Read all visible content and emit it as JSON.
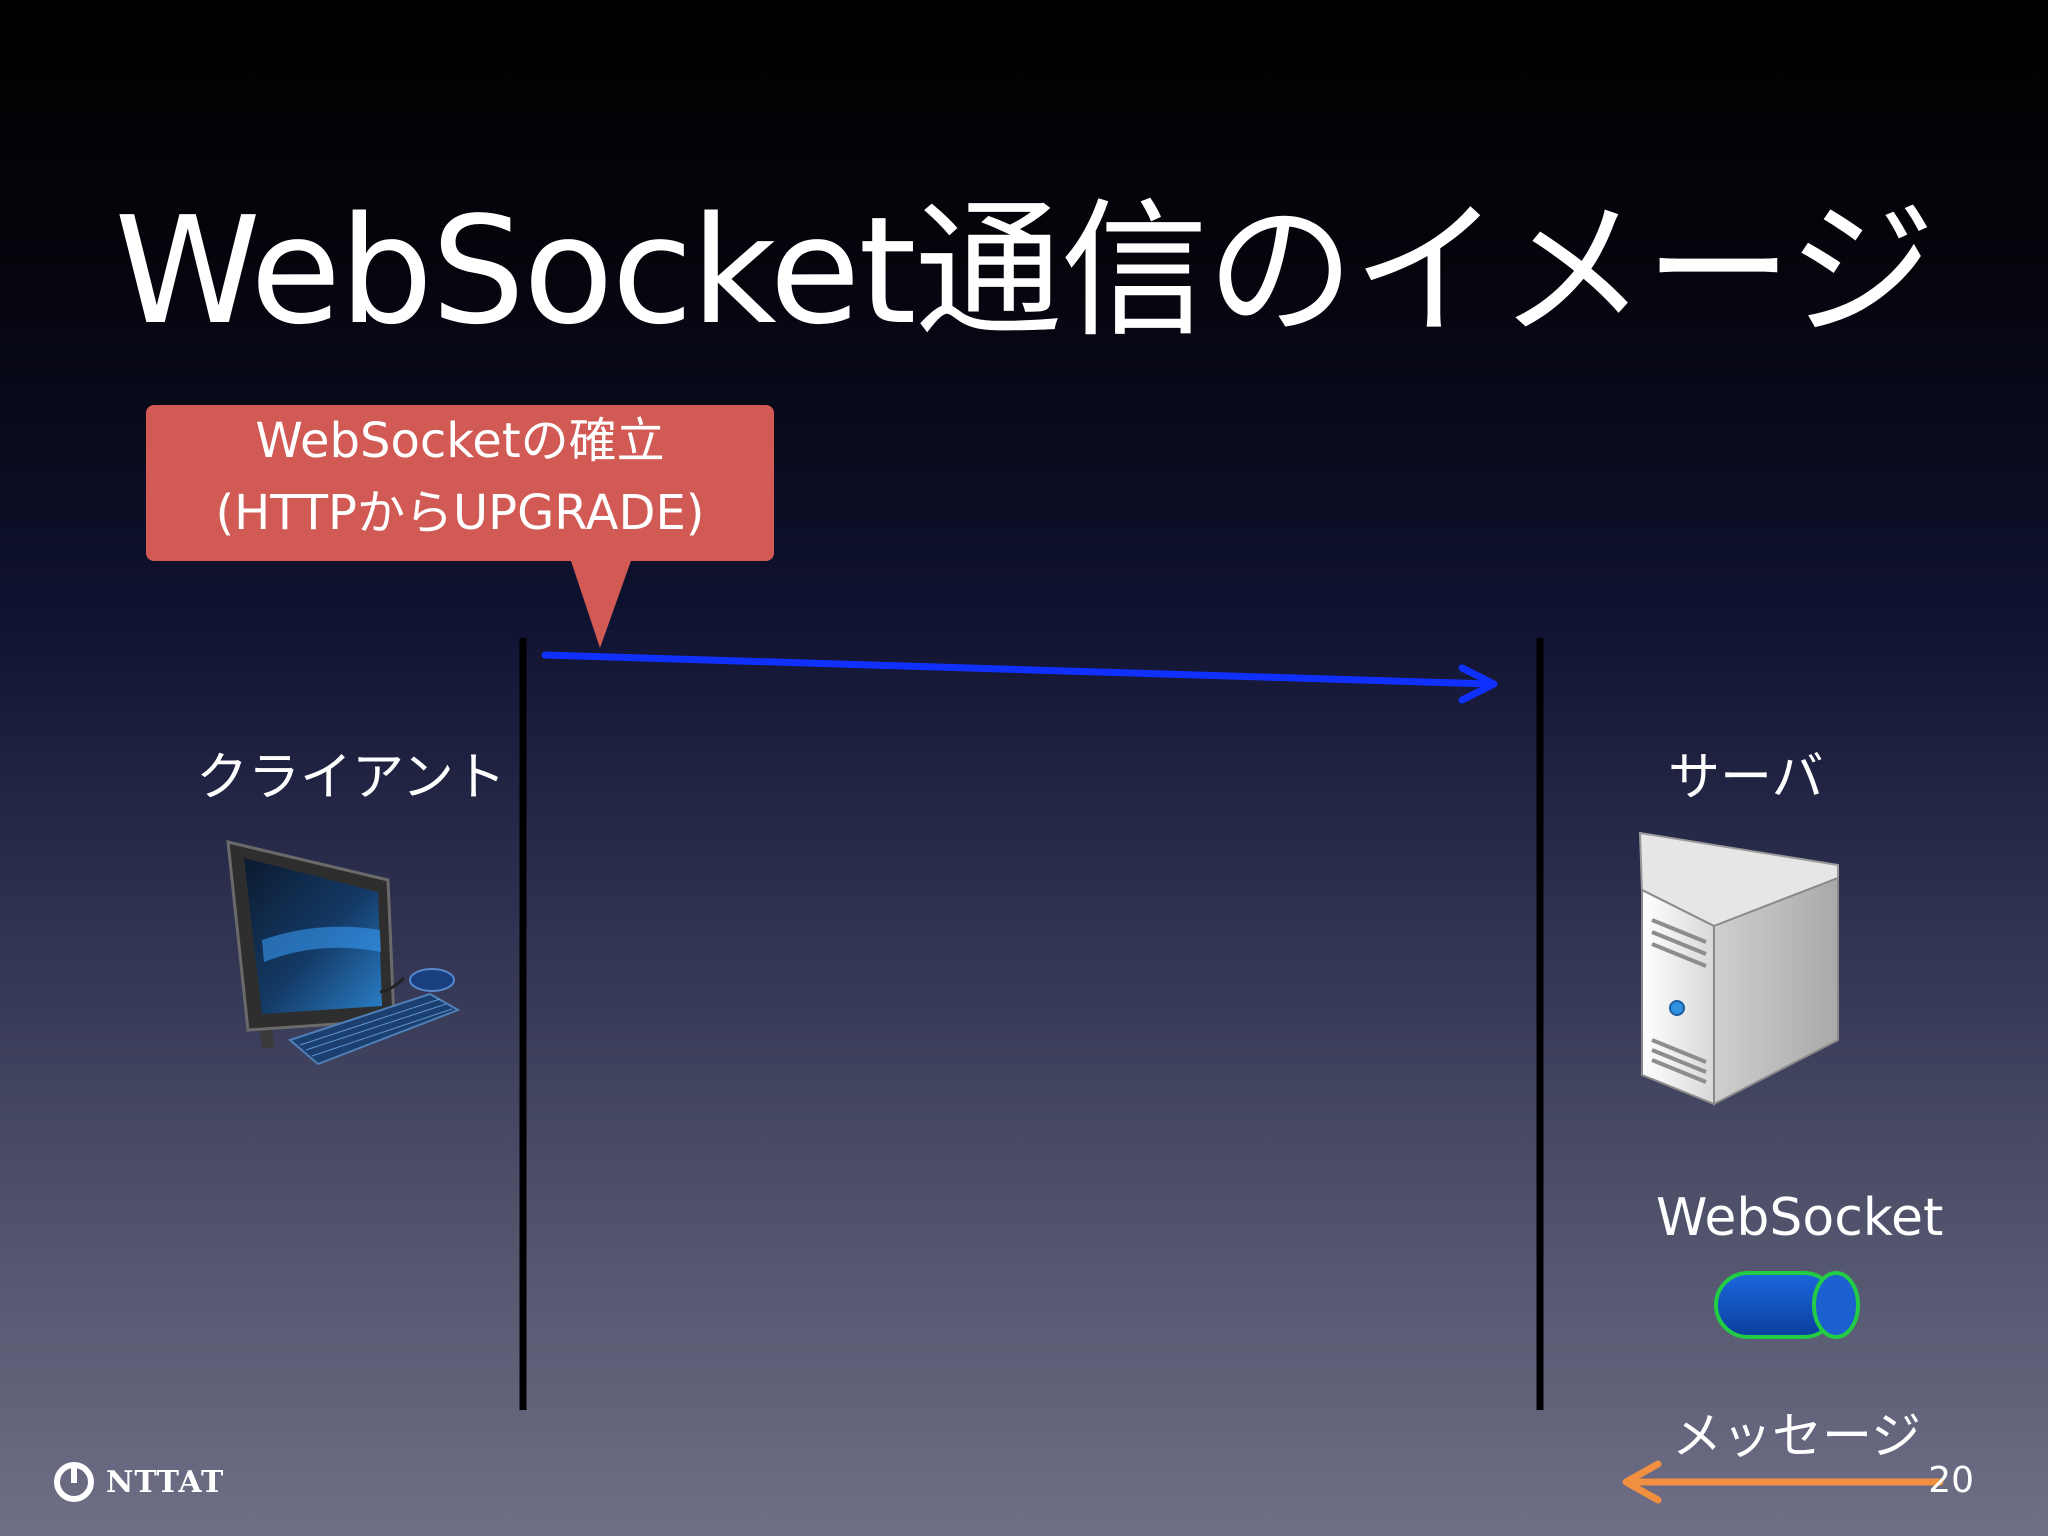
{
  "slide": {
    "title": "WebSocket通信のイメージ",
    "page_number": "20"
  },
  "callout": {
    "line1": "WebSocketの確立",
    "line2": "(HTTPからUPGRADE)",
    "color": "#d25a55"
  },
  "client": {
    "label": "クライアント",
    "icon": "desktop-computer-icon"
  },
  "server": {
    "label": "サーバ",
    "icon": "server-tower-icon"
  },
  "legend": {
    "websocket_label": "WebSocket",
    "websocket_icon": "pipe-icon",
    "message_label": "メッセージ",
    "message_icon": "orange-arrow-icon"
  },
  "logo": {
    "text": "NTTAT",
    "icon": "ntt-logo-icon"
  },
  "colors": {
    "request_arrow": "#1030ff",
    "message_arrow": "#f09040",
    "pipe_fill": "#0d4fbf",
    "pipe_stroke": "#22cc44"
  }
}
